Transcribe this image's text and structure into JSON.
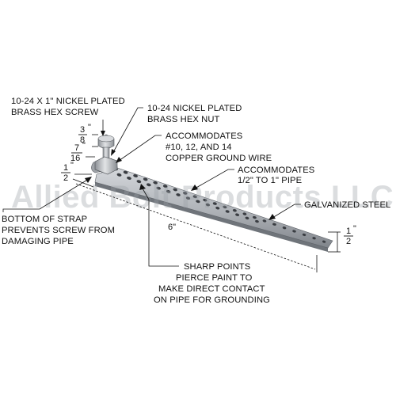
{
  "watermark": "Allied Bolt Products LLC",
  "labels": {
    "hex_screw": [
      "10-24 X 1\" NICKEL PLATED",
      "BRASS HEX SCREW"
    ],
    "hex_nut": [
      "10-24 NICKEL PLATED",
      "BRASS HEX NUT"
    ],
    "copper_wire": [
      "ACCOMMODATES",
      "#10, 12, AND 14",
      "COPPER GROUND WIRE"
    ],
    "pipe_size": [
      "ACCOMMODATES",
      "1/2\" TO 1\" PIPE"
    ],
    "galvanized": [
      "GALVANIZED STEEL"
    ],
    "bottom_strap": [
      "BOTTOM OF STRAP",
      "PREVENTS SCREW FROM",
      "DAMAGING PIPE"
    ],
    "sharp_points": [
      "SHARP POINTS",
      "PIERCE PAINT TO",
      "MAKE DIRECT CONTACT",
      "ON PIPE FOR GROUNDING"
    ]
  },
  "dimensions": {
    "length": "6\"",
    "frac_3_8": {
      "num": "3",
      "den": "8",
      "unit": "\""
    },
    "frac_7_16": {
      "num": "7",
      "den": "16",
      "unit": "\""
    },
    "frac_1_2_left": {
      "num": "1",
      "den": "2",
      "unit": "\""
    },
    "frac_1_2_right": {
      "num": "1",
      "den": "2",
      "unit": "\""
    }
  },
  "colors": {
    "strap_light": "#c9ccd0",
    "strap_dark": "#7d8288",
    "hole": "#3a3d42",
    "watermark": "#9aa0a6"
  }
}
